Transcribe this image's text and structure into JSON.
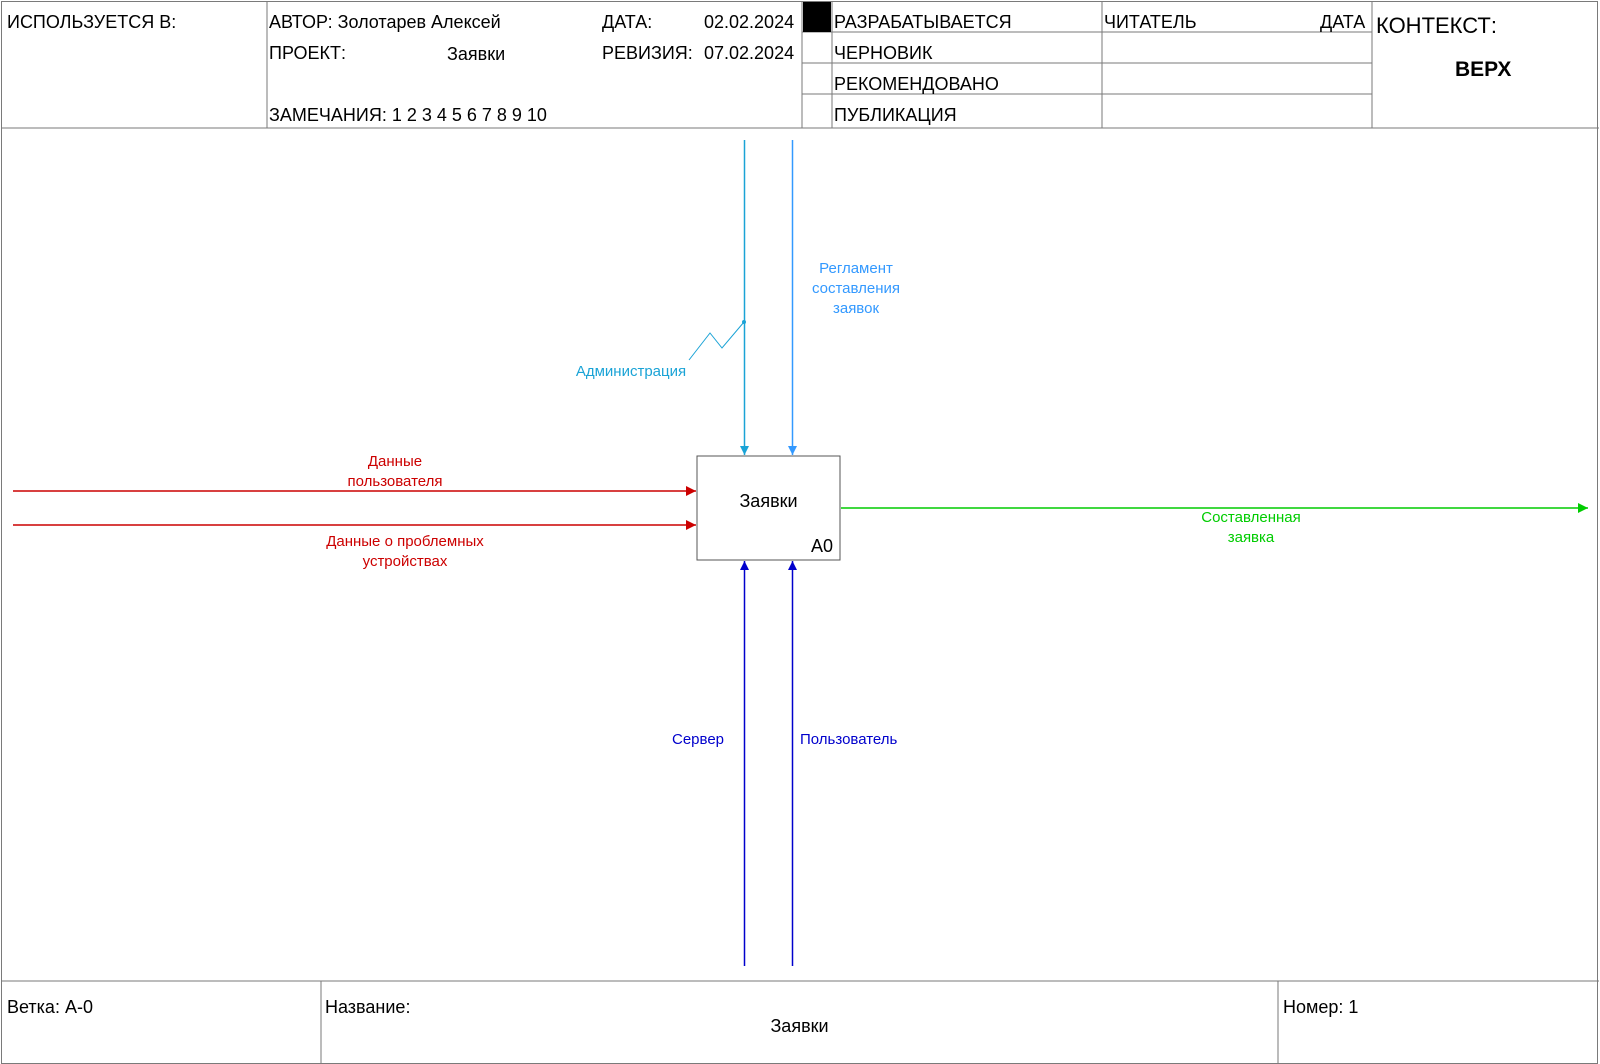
{
  "header": {
    "used_in": "ИСПОЛЬЗУЕТСЯ В:",
    "author": "АВТОР: Золотарев Алексей",
    "date_label": "ДАТА:",
    "date_value": "02.02.2024",
    "project_label": "ПРОЕКТ:",
    "project_value": "Заявки",
    "revision_label": "РЕВИЗИЯ:",
    "revision_value": "07.02.2024",
    "notes": "ЗАМЕЧАНИЯ: 1 2 3 4 5 6 7 8 9 10",
    "status": [
      "РАЗРАБАТЫВАЕТСЯ",
      "ЧЕРНОВИК",
      "РЕКОМЕНДОВАНО",
      "ПУБЛИКАЦИЯ"
    ],
    "active_status": "РАЗРАБАТЫВАЕТСЯ",
    "reader": "ЧИТАТЕЛЬ",
    "reader_date": "ДАТА",
    "context_label": "КОНТЕКСТ:",
    "context_value": "ВЕРХ"
  },
  "diagram": {
    "box": {
      "title": "Заявки",
      "code": "A0"
    },
    "arrows": {
      "control_1": "Администрация",
      "control_2": "Регламент составления заявок",
      "input_1": "Данные пользователя",
      "input_2": "Данные о проблемных устройствах",
      "output_1": "Составленная заявка",
      "mechanism_1": "Сервер",
      "mechanism_2": "Пользователь"
    },
    "colors": {
      "control_1": "#1aa3d6",
      "control_2": "#3399ff",
      "input": "#cc0000",
      "output": "#00cc00",
      "mechanism": "#0000cc"
    }
  },
  "footer": {
    "node": "Ветка: А-0",
    "title_label": "Название:",
    "title_value": "Заявки",
    "number": "Номер: 1"
  }
}
